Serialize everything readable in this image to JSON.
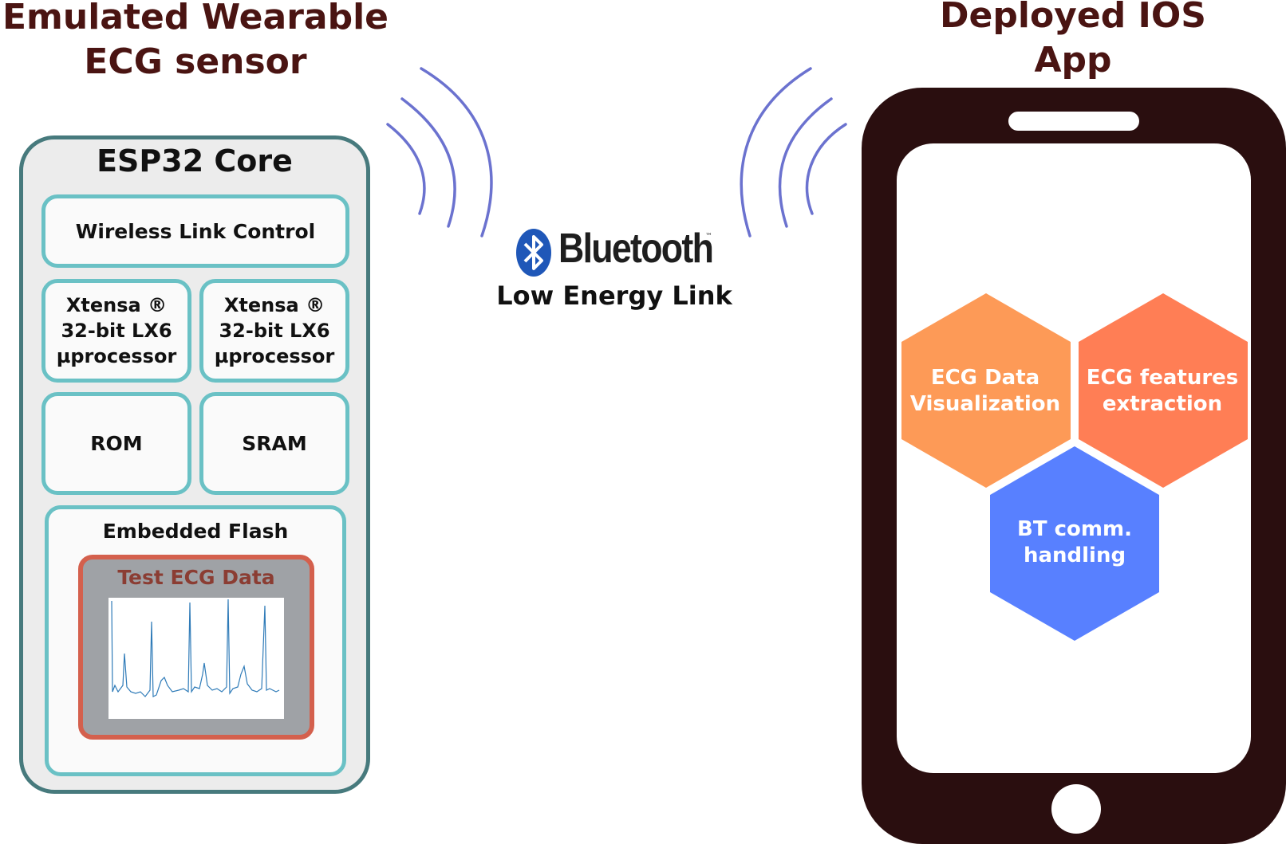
{
  "sensor": {
    "title_line1": "Emulated Wearable",
    "title_line2": "ECG sensor",
    "core_title": "ESP32 Core",
    "wireless": "Wireless Link Control",
    "cpu_left": {
      "line1": "Xtensa ®",
      "line2": "32-bit LX6",
      "line3": "µprocessor"
    },
    "cpu_right": {
      "line1": "Xtensa ®",
      "line2": "32-bit LX6",
      "line3": "µprocessor"
    },
    "rom": "ROM",
    "sram": "SRAM",
    "flash": "Embedded Flash",
    "test_data": "Test ECG Data"
  },
  "link": {
    "brand": "Bluetooth",
    "trademark": "™",
    "caption": "Low Energy Link",
    "wave_color": "#6b72cf",
    "logo_color": "#1f57b8"
  },
  "app": {
    "title_line1": "Deployed IOS",
    "title_line2": "App",
    "modules": [
      {
        "line1": "ECG Data",
        "line2": "Visualization",
        "color": "#fd9a57"
      },
      {
        "line1": "ECG features",
        "line2": "extraction",
        "color": "#ff7e55"
      },
      {
        "line1": "BT comm.",
        "line2": "handling",
        "color": "#5880ff"
      }
    ]
  },
  "colors": {
    "title": "#4a1412",
    "board_border": "#477a7d",
    "block_border": "#6ac1c5",
    "ecg_frame": "#d4604d",
    "ecg_trace": "#2f7bb8",
    "phone": "#2a0e0f"
  }
}
